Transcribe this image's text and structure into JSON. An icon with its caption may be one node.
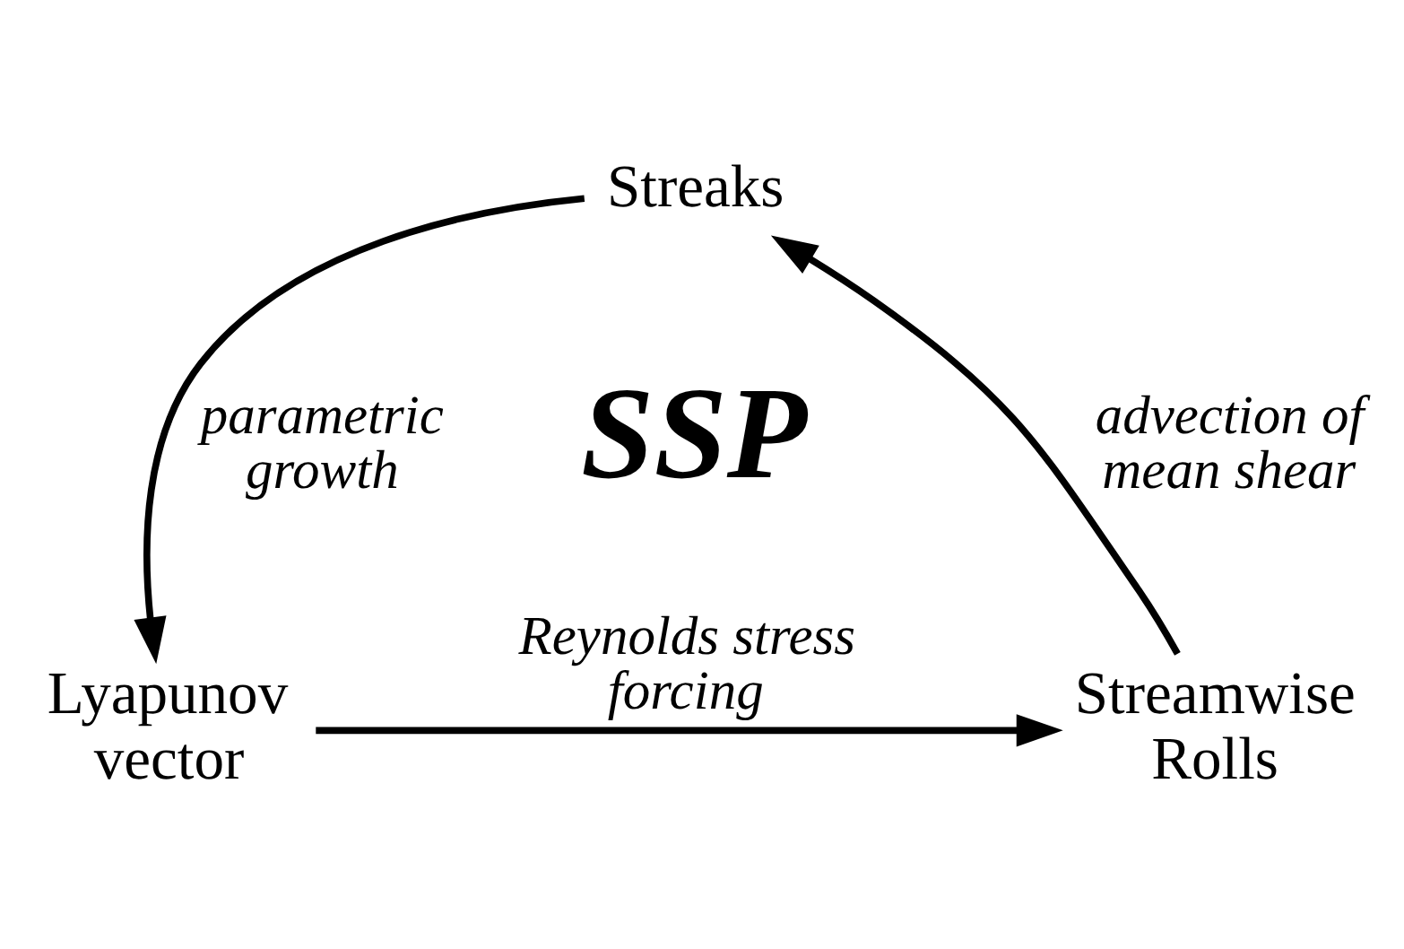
{
  "diagram": {
    "nodes": [
      {
        "text": [
          "Streaks"
        ]
      },
      {
        "text": [
          "Lyapunov vector"
        ]
      },
      {
        "text": [
          "Streamwise Rolls"
        ]
      }
    ],
    "edges": [
      {
        "from": 0,
        "to": 1,
        "arrow": "to",
        "label": "parametric growth"
      },
      {
        "from": 1,
        "to": 2,
        "arrow": "to",
        "label": "Reynolds stress forcing"
      },
      {
        "from": 2,
        "to": 0,
        "arrow": "to",
        "label": "advection of mean shear"
      }
    ],
    "labels": [
      "SSP"
    ]
  }
}
